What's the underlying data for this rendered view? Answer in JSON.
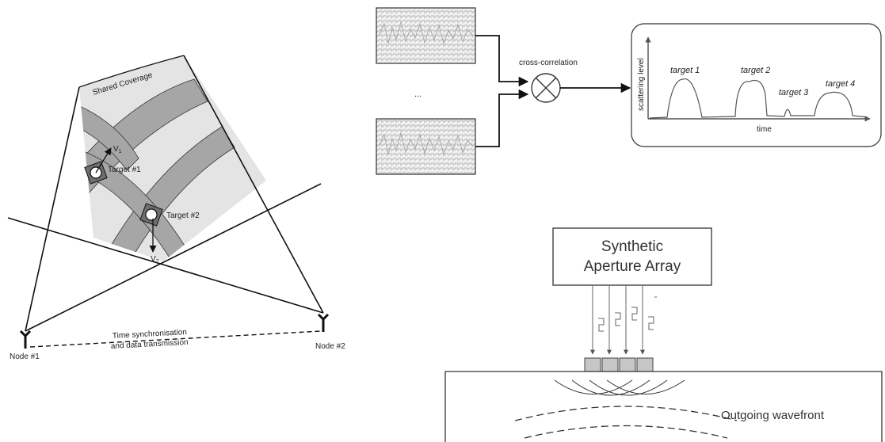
{
  "network": {
    "shared_coverage": "Shared Coverage",
    "target1": "Target #1",
    "target2": "Target #2",
    "v1": "V",
    "v1_sub": "1",
    "v2": "V",
    "v2_sub": "2",
    "node1": "Node #1",
    "node2": "Node #2",
    "sync_line1": "Time synchronisation",
    "sync_line2": "and data transmission"
  },
  "correlation": {
    "ellipsis": "...",
    "operator": "cross-correlation",
    "ylabel": "scattering level",
    "xlabel": "time",
    "targets": [
      "target 1",
      "target 2",
      "target 3",
      "target 4"
    ]
  },
  "array": {
    "title_line1": "Synthetic",
    "title_line2": "Aperture Array",
    "wavefront": "Outgoing wavefront"
  },
  "colors": {
    "coverage_fill": "#e4e4e4",
    "band_fill": "#a6a6a6",
    "element_fill": "#c6c6c6",
    "line": "#111111"
  }
}
